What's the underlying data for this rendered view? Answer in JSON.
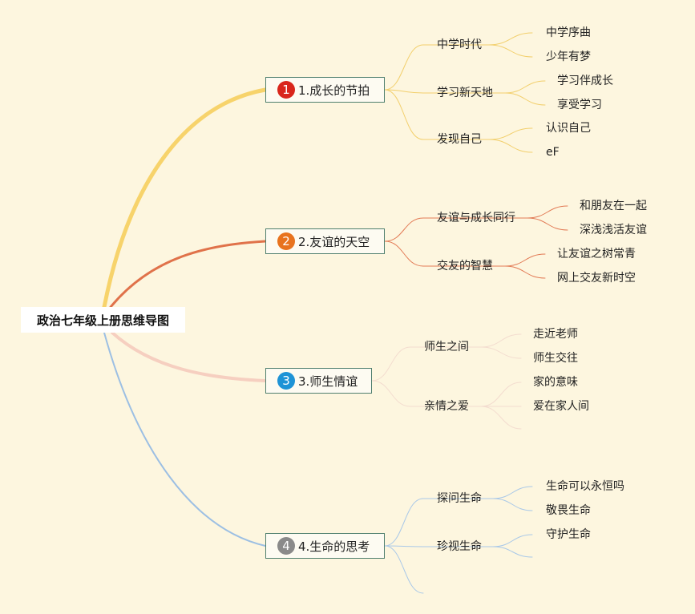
{
  "root": "政治七年级上册思维导图",
  "colors": {
    "background": "#fdf6df",
    "branch1": "#f7d36b",
    "branch2": "#e0724a",
    "branch3": "#f6cfc0",
    "branch4": "#9cbfe3",
    "badge1": "#d9261c",
    "badge2": "#e8731e",
    "badge3": "#1e93d6",
    "badge4": "#8a8a8a"
  },
  "branches": [
    {
      "number": "1",
      "title": "1.成长的节拍",
      "children": [
        {
          "label": "中学时代",
          "children": [
            "中学序曲",
            "少年有梦"
          ]
        },
        {
          "label": "学习新天地",
          "children": [
            "学习伴成长",
            "享受学习"
          ]
        },
        {
          "label": "发现自己",
          "children": [
            "认识自己",
            "eF"
          ]
        }
      ]
    },
    {
      "number": "2",
      "title": "2.友谊的天空",
      "children": [
        {
          "label": "友谊与成长同行",
          "children": [
            "和朋友在一起",
            "深浅浅活友谊"
          ]
        },
        {
          "label": "交友的智慧",
          "children": [
            "让友谊之树常青",
            "网上交友新时空"
          ]
        }
      ]
    },
    {
      "number": "3",
      "title": "3.师生情谊",
      "children": [
        {
          "label": "师生之间",
          "children": [
            "走近老师",
            "师生交往"
          ]
        },
        {
          "label": "亲情之爱",
          "children": [
            "家的意味",
            "爱在家人间",
            ""
          ]
        }
      ]
    },
    {
      "number": "4",
      "title": "4.生命的思考",
      "children": [
        {
          "label": "探问生命",
          "children": [
            "生命可以永恒吗",
            "敬畏生命"
          ]
        },
        {
          "label": "珍视生命",
          "children": [
            "守护生命",
            ""
          ]
        },
        {
          "label": "",
          "children": []
        }
      ]
    }
  ]
}
